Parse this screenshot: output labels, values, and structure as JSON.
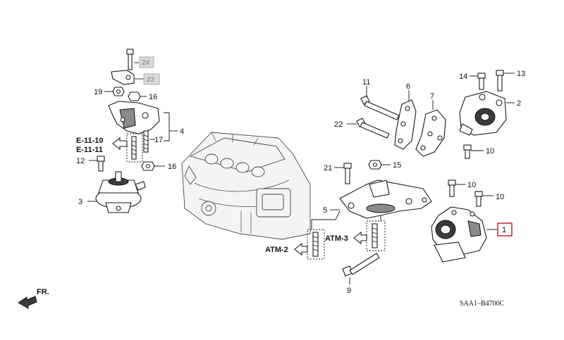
{
  "callouts": {
    "c1": "1",
    "c2": "2",
    "c3": "3",
    "c4": "4",
    "c5": "5",
    "c6": "6",
    "c7": "7",
    "c9": "9",
    "c10a": "10",
    "c10b": "10",
    "c10c": "10",
    "c11": "11",
    "c12": "12",
    "c13": "13",
    "c14": "14",
    "c15": "15",
    "c16a": "16",
    "c16b": "16",
    "c17": "17",
    "c19": "19",
    "c21": "21",
    "c22": "22",
    "c23": "23",
    "c24": "24"
  },
  "refs": {
    "e1110": "E-11-10",
    "e1111": "E-11-11",
    "atm2": "ATM-2",
    "atm3": "ATM-3"
  },
  "footer": {
    "diagram_code": "SAA1–B4700C",
    "front_label": "FR."
  },
  "colors": {
    "highlight_box": "#c0152a",
    "gray_badge": "#d9d9d9"
  }
}
